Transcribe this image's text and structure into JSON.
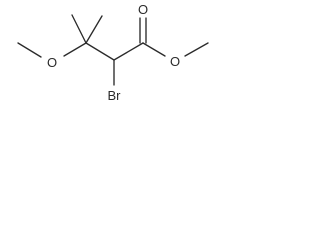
{
  "molecule": {
    "atoms": {
      "oxygen_carbonyl": "O",
      "oxygen_ester": "O",
      "oxygen_ether": "O",
      "bromine": "Br"
    }
  },
  "colors": {
    "background": "#ffffff",
    "ink": "#2b2b2b"
  }
}
